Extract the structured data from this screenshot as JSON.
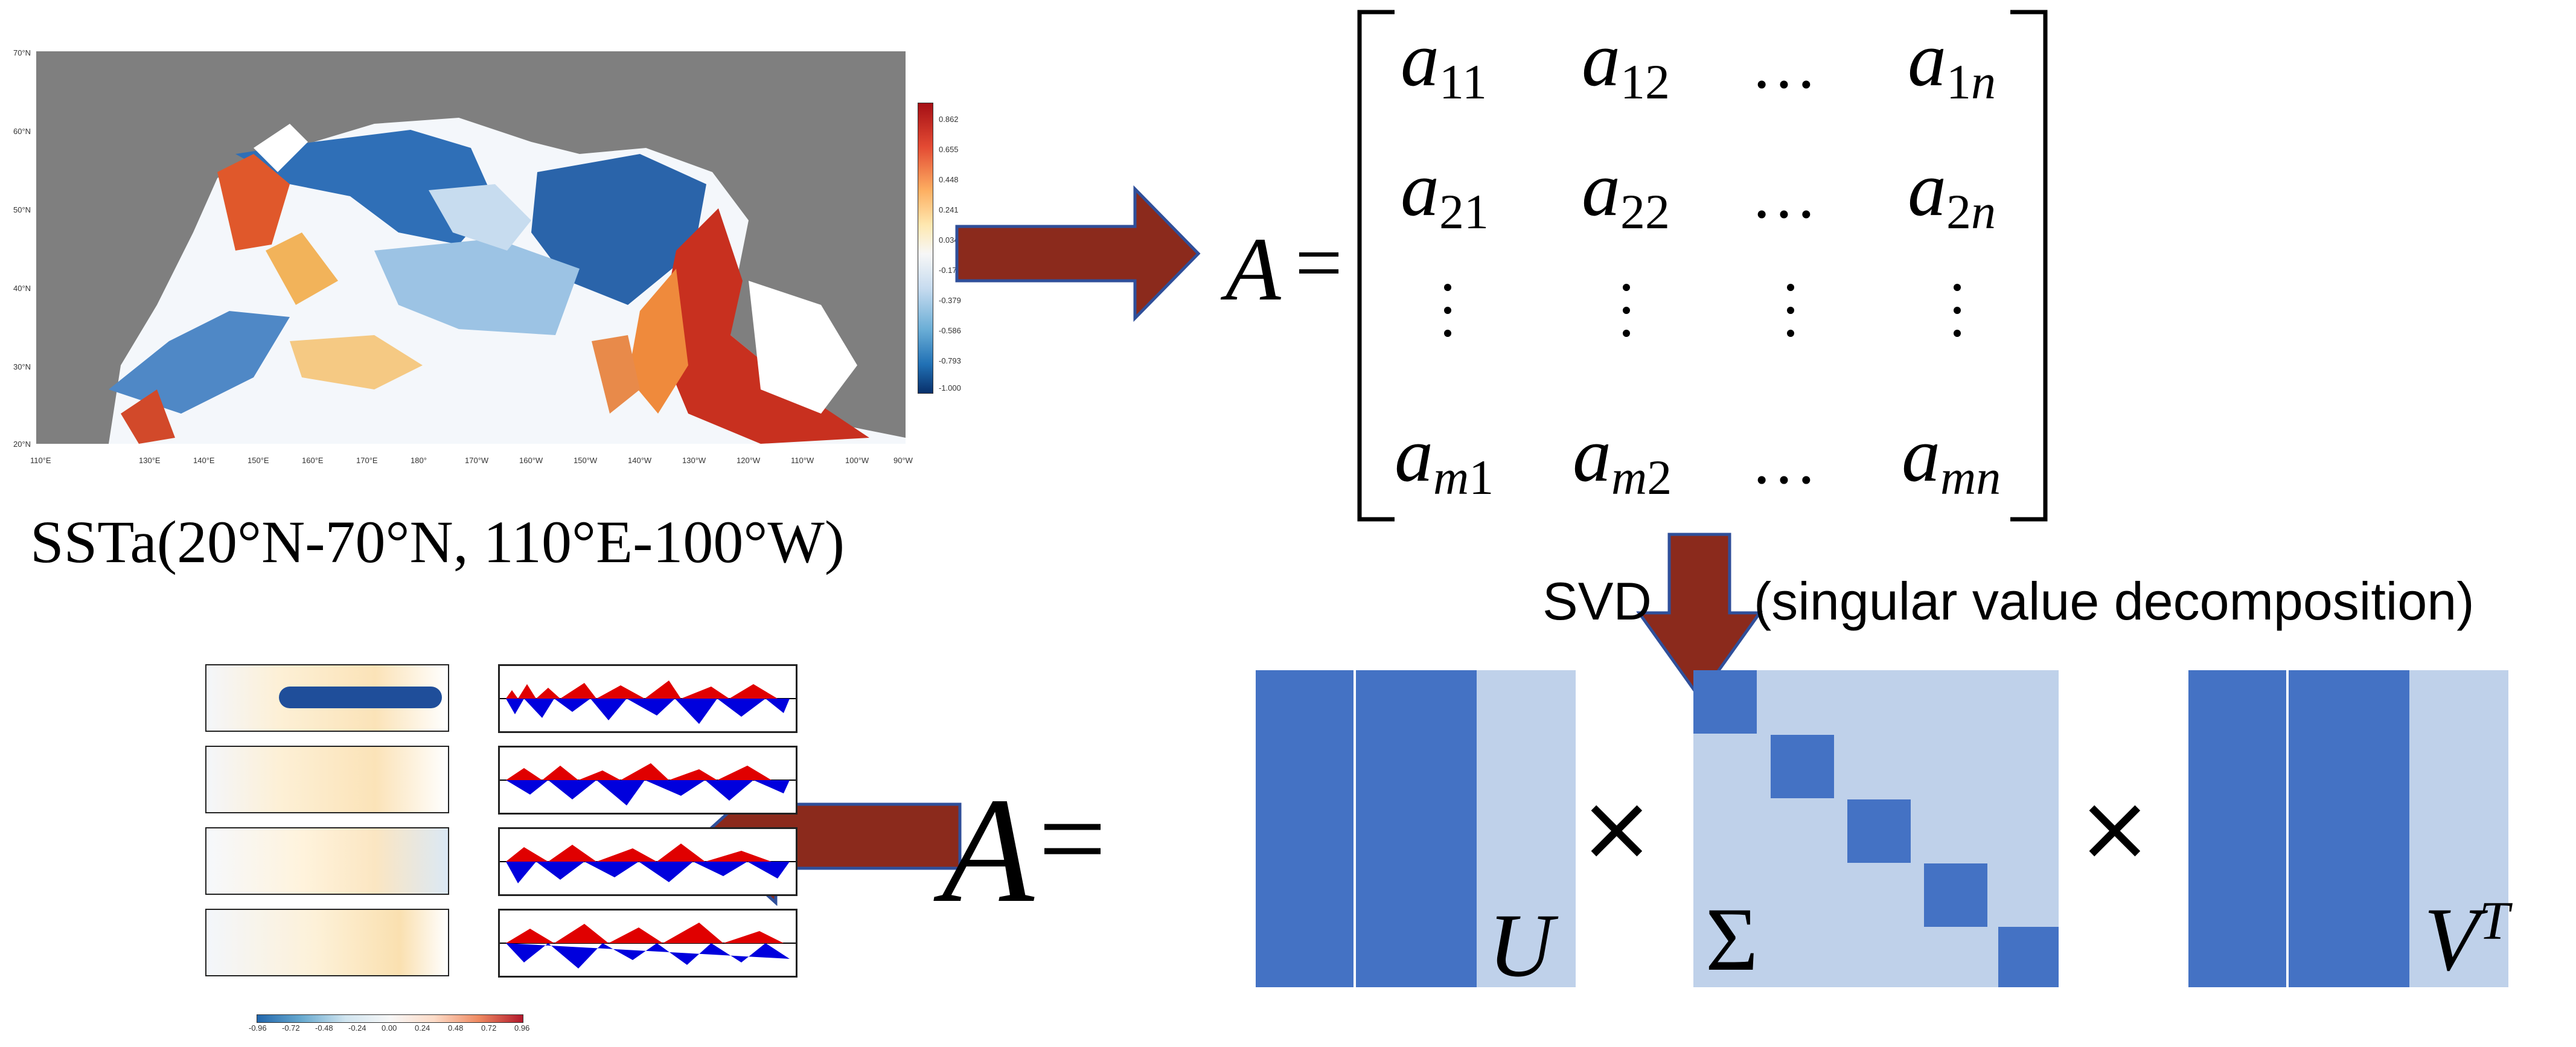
{
  "sst_map": {
    "caption": "SSTa(20°N-70°N, 110°E-100°W)",
    "lat_ticks": [
      "70°N",
      "60°N",
      "50°N",
      "40°N",
      "30°N",
      "20°N"
    ],
    "lon_ticks": [
      "110°E",
      "130°E",
      "140°E",
      "150°E",
      "160°E",
      "170°E",
      "180°",
      "170°W",
      "160°W",
      "150°W",
      "140°W",
      "130°W",
      "120°W",
      "110°W",
      "100°W",
      "90°W"
    ],
    "colorbar_ticks": [
      "0.862",
      "0.655",
      "0.448",
      "0.241",
      "0.034",
      "-0.172",
      "-0.379",
      "-0.586",
      "-0.793",
      "-1.000"
    ]
  },
  "matrix": {
    "lhs": "A",
    "equals": "=",
    "row1": [
      {
        "b": "a",
        "s": "11"
      },
      {
        "b": "a",
        "s": "12"
      },
      {
        "dots": "…"
      },
      {
        "b": "a",
        "s": "1",
        "si": "n"
      }
    ],
    "row2": [
      {
        "b": "a",
        "s": "21"
      },
      {
        "b": "a",
        "s": "22"
      },
      {
        "dots": "…"
      },
      {
        "b": "a",
        "s": "2",
        "si": "n"
      }
    ],
    "row4": [
      {
        "b": "a",
        "si1": "m",
        "s": "1"
      },
      {
        "b": "a",
        "si1": "m",
        "s": "2"
      },
      {
        "dots": "…"
      },
      {
        "b": "a",
        "si1": "mn",
        "s": ""
      }
    ]
  },
  "svd": {
    "label_short": "SVD",
    "label_long": "(singular value decomposition)",
    "times": "×",
    "u": "U",
    "sigma": "Σ",
    "v": "V",
    "v_sup": "T"
  },
  "result": {
    "lhs": "A",
    "equals": "=",
    "colorbar_ticks": [
      "-0.96",
      "-0.72",
      "-0.48",
      "-0.24",
      "0.00",
      "0.24",
      "0.48",
      "0.72",
      "0.96"
    ]
  },
  "colors": {
    "arrow": "#8b2a1c",
    "arrow_outline": "#2f4f9a",
    "block_dark": "#4472c4",
    "block_light": "#bfd1ea",
    "land": "#7f7f7f"
  }
}
